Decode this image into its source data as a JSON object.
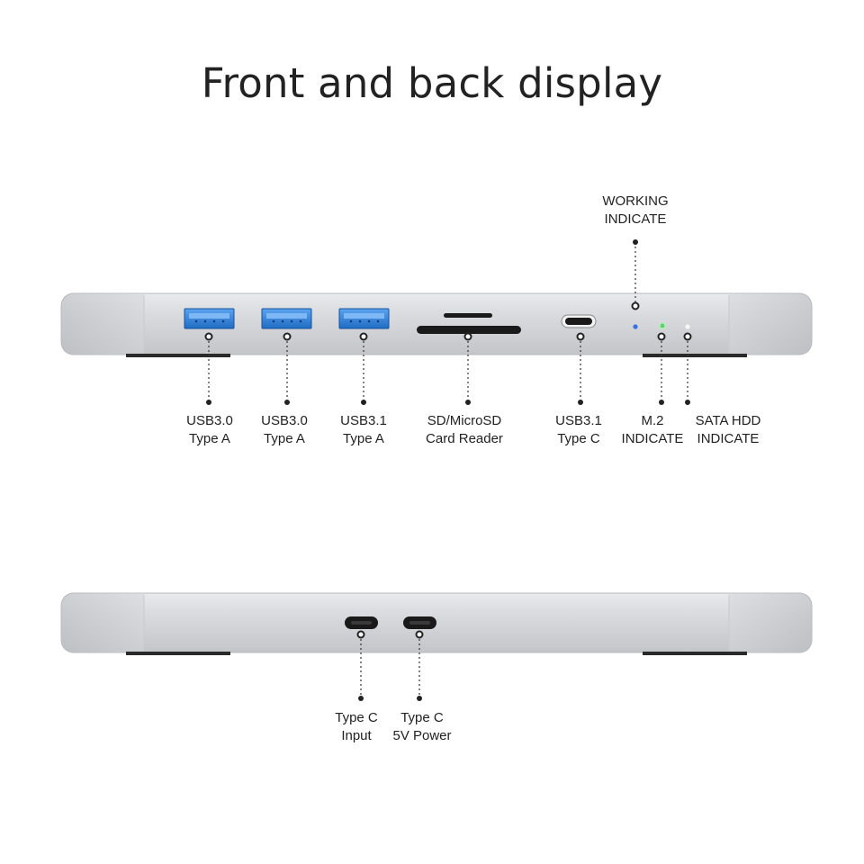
{
  "title": "Front and back display",
  "front": {
    "labels": {
      "usb30_a_1": [
        "USB3.0",
        "Type A"
      ],
      "usb30_a_2": [
        "USB3.0",
        "Type A"
      ],
      "usb31_a": [
        "USB3.1",
        "Type A"
      ],
      "card_reader": [
        "SD/MicroSD",
        "Card Reader"
      ],
      "usb31_c": [
        "USB3.1",
        "Type C"
      ],
      "m2": [
        "M.2",
        "INDICATE"
      ],
      "sata": [
        "SATA HDD",
        "INDICATE"
      ],
      "working": [
        "WORKING",
        "INDICATE"
      ]
    }
  },
  "back": {
    "labels": {
      "type_c_input": [
        "Type C",
        "Input"
      ],
      "type_c_power": [
        "Type C",
        "5V Power"
      ]
    }
  },
  "colors": {
    "body": "#d7d9dc",
    "usb_blue": "#2f7fd8",
    "led_blue": "#3a6fe0",
    "led_green": "#5fd36a",
    "led_white": "#f4f4f4",
    "port_dark": "#1a1a1a"
  }
}
